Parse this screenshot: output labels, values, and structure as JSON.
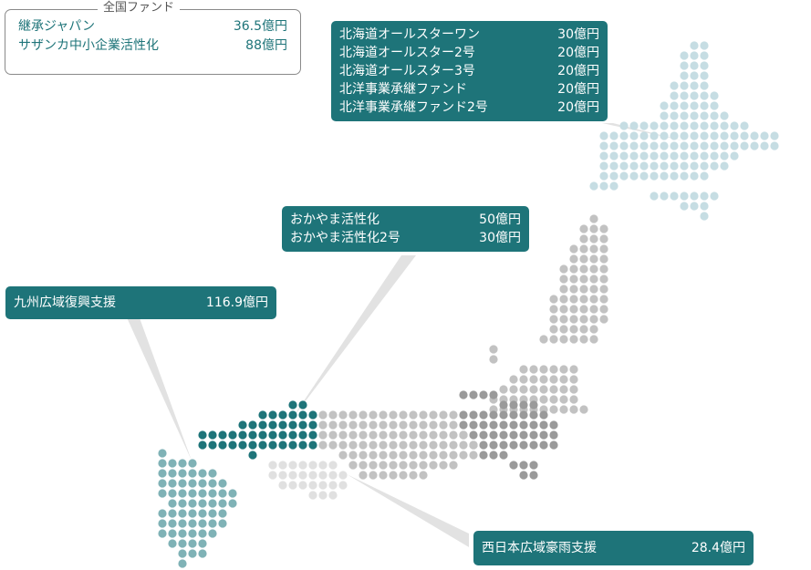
{
  "national": {
    "title": "全国ファンド",
    "funds": [
      {
        "name": "継承ジャパン",
        "amount": "36.5億円"
      },
      {
        "name": "サザンカ中小企業活性化",
        "amount": "88億円"
      }
    ]
  },
  "regions": {
    "hokkaido": {
      "funds": [
        {
          "name": "北海道オールスターワン",
          "amount": "30億円"
        },
        {
          "name": "北海道オールスター2号",
          "amount": "20億円"
        },
        {
          "name": "北海道オールスター3号",
          "amount": "20億円"
        },
        {
          "name": "北洋事業承継ファンド",
          "amount": "20億円"
        },
        {
          "name": "北洋事業承継ファンド2号",
          "amount": "20億円"
        }
      ]
    },
    "okayama": {
      "funds": [
        {
          "name": "おかやま活性化",
          "amount": "50億円"
        },
        {
          "name": "おかやま活性化2号",
          "amount": "30億円"
        }
      ]
    },
    "kyushu": {
      "funds": [
        {
          "name": "九州広域復興支援",
          "amount": "116.9億円"
        }
      ]
    },
    "west_japan": {
      "funds": [
        {
          "name": "西日本広域豪雨支援",
          "amount": "28.4億円"
        }
      ]
    }
  },
  "colors": {
    "hokkaido": "#c6dde3",
    "tohoku_kanto": "#c2c2c2",
    "chubu_kansai": "#9a9a9a",
    "chugoku": "#1e7479",
    "shikoku_kinki": "#e0e0e0",
    "kyushu": "#7fb2b6",
    "callout_bg": "#1e7479",
    "pointer": "#e2e2e2"
  }
}
